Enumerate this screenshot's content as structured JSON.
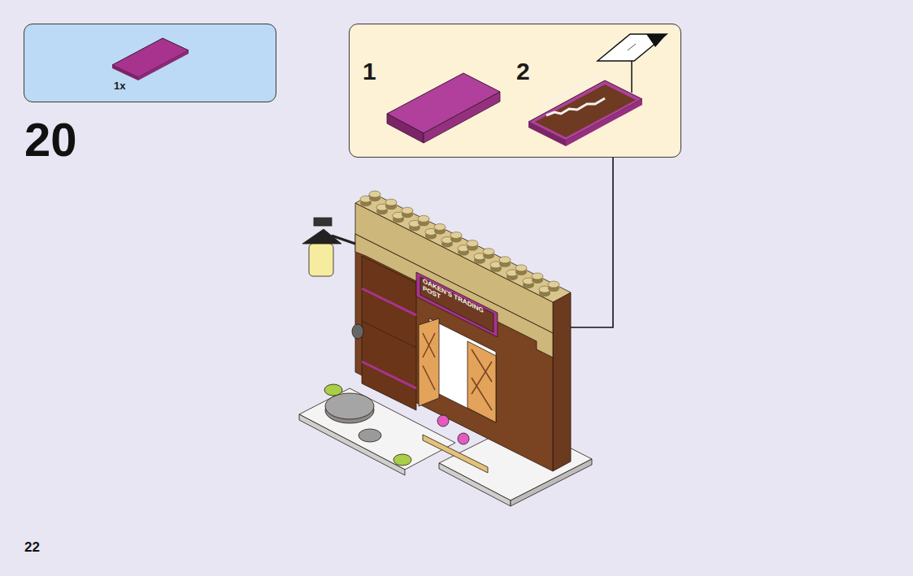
{
  "diagram": {
    "nodes": [
      {
        "text": [
          "1x"
        ]
      },
      {
        "text": [
          "1",
          "2"
        ]
      }
    ],
    "labels": [
      "20",
      "22",
      "OAKEN'S TRADING POST",
      "OAKEN'S TRADING POST"
    ]
  }
}
